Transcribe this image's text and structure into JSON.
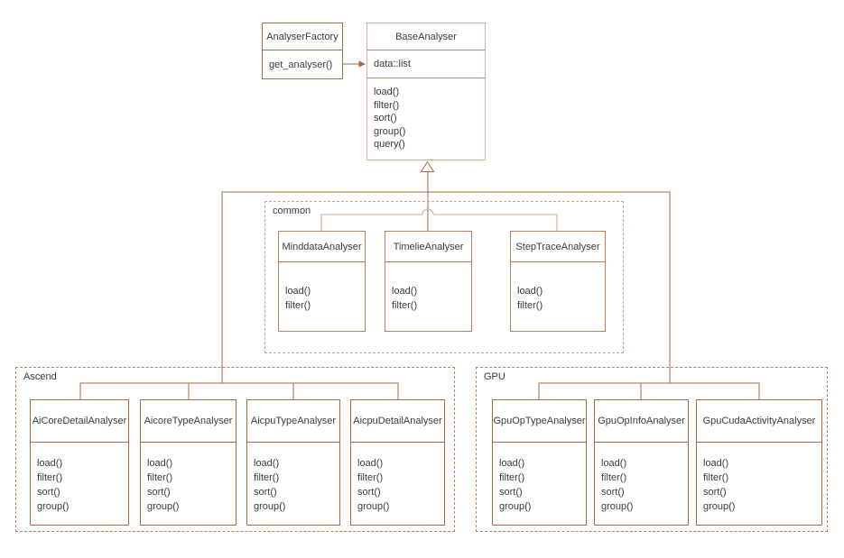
{
  "colors": {
    "stroke-dark": "#a96a42",
    "stroke-medium": "#b5805c",
    "stroke-light": "#d6b29c",
    "divider-base": "#b5885e",
    "dash-outer": "#c57e55",
    "dash-common": "#cfa38a",
    "connector-light": "#d2a98e",
    "text": "#3b3b3b",
    "background": "#ffffff"
  },
  "factory": {
    "title": "AnalyserFactory",
    "methods": [
      "get_analyser()"
    ]
  },
  "base": {
    "title": "BaseAnalyser",
    "attributes": [
      "data::list"
    ],
    "methods": [
      "load()",
      "filter()",
      "sort()",
      "group()",
      "query()"
    ]
  },
  "groups": [
    {
      "label": "common",
      "classes": [
        {
          "title": "MinddataAnalyser",
          "methods": [
            "load()",
            "filter()"
          ]
        },
        {
          "title": "TimelieAnalyser",
          "methods": [
            "load()",
            "filter()"
          ]
        },
        {
          "title": "StepTraceAnalyser",
          "methods": [
            "load()",
            "filter()"
          ]
        }
      ]
    },
    {
      "label": "Ascend",
      "classes": [
        {
          "title": "AiCoreDetailAnalyser",
          "methods": [
            "load()",
            "filter()",
            "sort()",
            "group()"
          ]
        },
        {
          "title": "AicoreTypeAnalyser",
          "methods": [
            "load()",
            "filter()",
            "sort()",
            "group()"
          ]
        },
        {
          "title": "AicpuTypeAnalyser",
          "methods": [
            "load()",
            "filter()",
            "sort()",
            "group()"
          ]
        },
        {
          "title": "AicpuDetailAnalyser",
          "methods": [
            "load()",
            "filter()",
            "sort()",
            "group()"
          ]
        }
      ]
    },
    {
      "label": "GPU",
      "classes": [
        {
          "title": "GpuOpTypeAnalyser",
          "methods": [
            "load()",
            "filter()",
            "sort()",
            "group()"
          ]
        },
        {
          "title": "GpuOpInfoAnalyser",
          "methods": [
            "load()",
            "filter()",
            "sort()",
            "group()"
          ]
        },
        {
          "title": "GpuCudaActivityAnalyser",
          "methods": [
            "load()",
            "filter()",
            "sort()",
            "group()"
          ]
        }
      ]
    }
  ],
  "relations": {
    "factory_to_base": "association-arrow",
    "subclasses_to_base": "generalization-hollow-triangle"
  }
}
